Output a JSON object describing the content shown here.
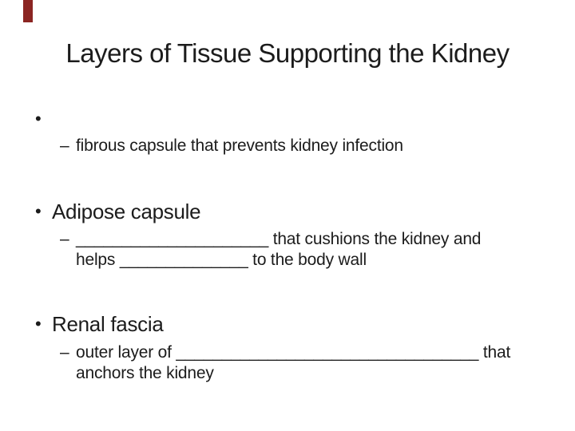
{
  "accent": {
    "color": "#8b2522"
  },
  "slide": {
    "title": "Layers of Tissue Supporting the Kidney",
    "bullet_glyph": "•",
    "bullets": [
      {
        "label": "",
        "dash": "–",
        "sub_lines": {
          "0": "fibrous capsule that prevents kidney infection"
        }
      },
      {
        "label": "Adipose capsule",
        "dash": "–",
        "sub_lines": {
          "0": "_____________________ that cushions the kidney and",
          "1": "helps ______________ to the body wall"
        }
      },
      {
        "label": "Renal fascia",
        "dash": "–",
        "sub_lines": {
          "0": "outer layer of _________________________________ that",
          "1": "anchors the kidney"
        }
      }
    ]
  }
}
